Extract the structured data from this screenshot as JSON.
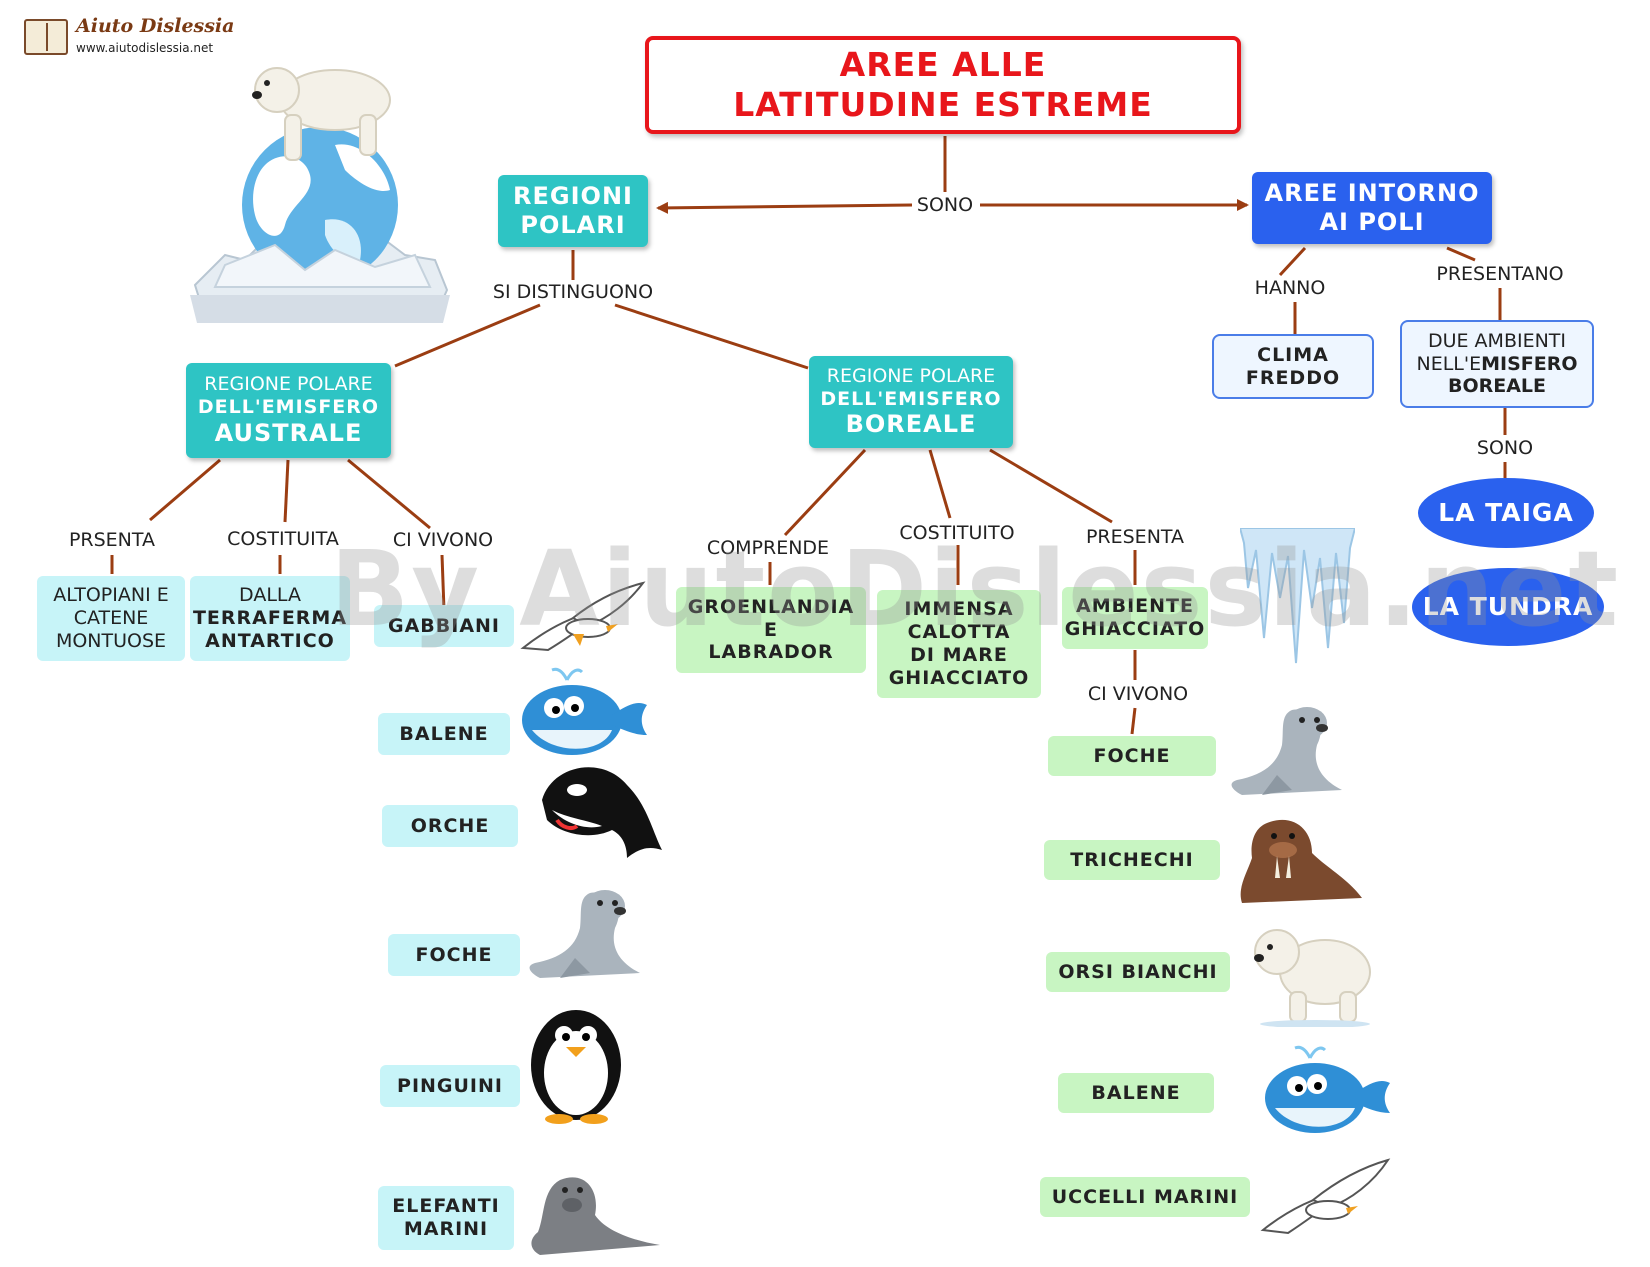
{
  "logo": {
    "name": "Aiuto Dislessia",
    "url": "www.aiutodislessia.net"
  },
  "watermark": "By AiutoDislessia.net",
  "title": {
    "line1": "AREE ALLE",
    "line2": "LATITUDINE ESTREME"
  },
  "links": {
    "sono_top": "SONO",
    "si_distinguono": "SI DISTINGUONO",
    "hanno": "HANNO",
    "presentano": "PRESENTANO",
    "sono_right": "SONO",
    "prsenta": "PRSENTA",
    "costituita": "COSTITUITA",
    "ci_vivono_left": "CI VIVONO",
    "comprende": "COMPRENDE",
    "costituito": "COSTITUITO",
    "presenta": "PRESENTA",
    "ci_vivono_right": "CI VIVONO"
  },
  "regioni_polari": {
    "line1": "REGIONI",
    "line2": "POLARI"
  },
  "aree_intorno": {
    "line1": "AREE INTORNO",
    "line2": "AI POLI"
  },
  "australe": {
    "line1": "REGIONE POLARE",
    "line2": "DELL'EMISFERO",
    "line3": "AUSTRALE"
  },
  "boreale": {
    "line1": "REGIONE POLARE",
    "line2": "DELL'EMISFERO",
    "line3": "BOREALE"
  },
  "clima": {
    "line1": "CLIMA",
    "line2": "FREDDO"
  },
  "due_ambienti": {
    "line1": "DUE AMBIENTI",
    "line2a": "NELL'E",
    "line2b": "MISFERO",
    "line3": "BOREALE"
  },
  "taiga": "LA TAIGA",
  "tundra": "LA TUNDRA",
  "altopiani": {
    "line1": "ALTOPIANI E",
    "line2": "CATENE",
    "line3": "MONTUOSE"
  },
  "terraferma": {
    "line1": "DALLA",
    "line2": "TERRAFERMA",
    "line3": "ANTARTICO"
  },
  "groenlandia": {
    "line1": "GROENLANDIA",
    "line2": "E",
    "line3": "LABRADOR"
  },
  "calotta": {
    "line1": "IMMENSA",
    "line2": "CALOTTA",
    "line3": "DI MARE",
    "line4": "GHIACCIATO"
  },
  "ambiente": {
    "line1": "AMBIENTE",
    "line2": "GHIACCIATO"
  },
  "animali_australe": {
    "gabbiani": "GABBIANI",
    "balene": "BALENE",
    "orche": "ORCHE",
    "foche": "FOCHE",
    "pinguini": "PINGUINI",
    "elefanti_1": "ELEFANTI",
    "elefanti_2": "MARINI"
  },
  "animali_boreale": {
    "foche": "FOCHE",
    "trichechi": "TRICHECHI",
    "orsi": "ORSI BIANCHI",
    "balene": "BALENE",
    "uccelli": "UCCELLI MARINI"
  },
  "colors": {
    "title_red": "#e8161b",
    "teal": "#2ec4c4",
    "blue": "#2a61ee",
    "cyan_box": "#c7f4f8",
    "green_box": "#c8f5c2",
    "connector": "#9b3d12"
  }
}
